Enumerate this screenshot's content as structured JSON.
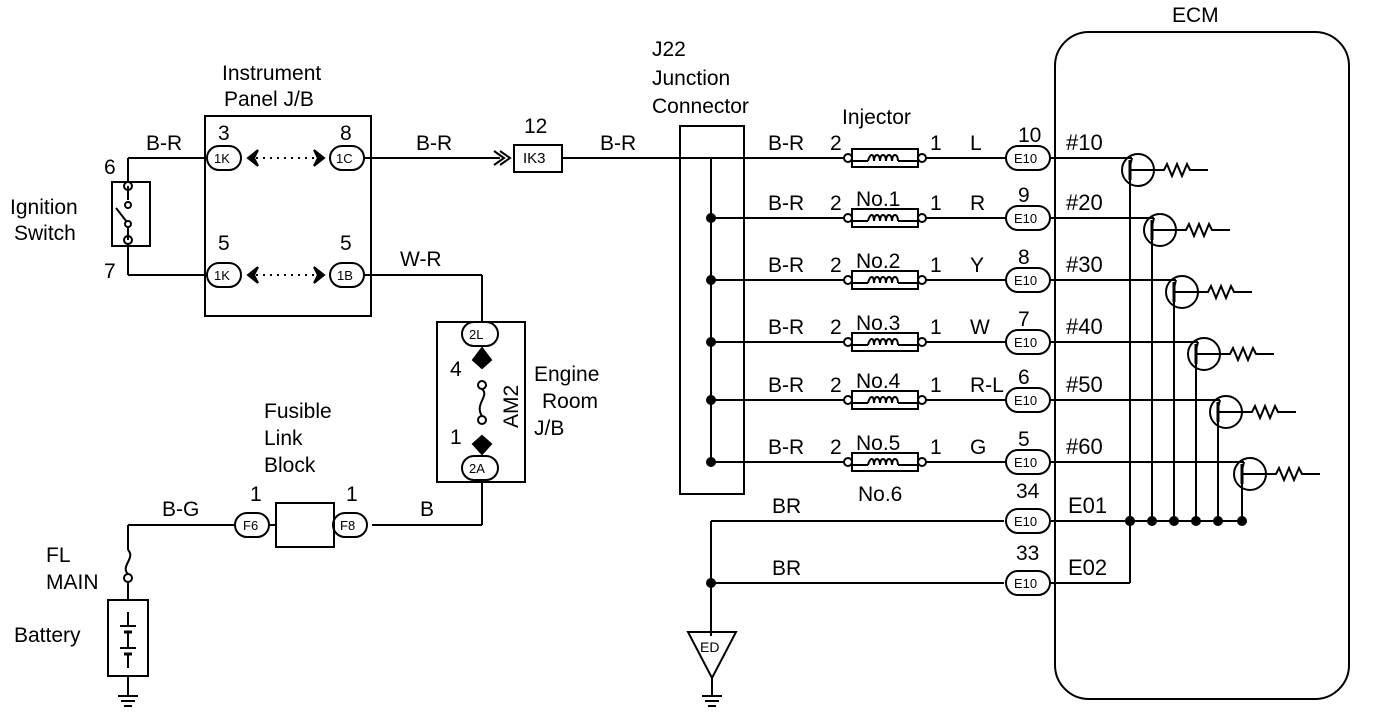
{
  "ecm": {
    "title": "ECM"
  },
  "ignition": {
    "label1": "Ignition",
    "label2": "Switch",
    "pin_top": "6",
    "pin_bottom": "7"
  },
  "ipjb": {
    "title1": "Instrument",
    "title2": "Panel J/B",
    "pin_tl": "3",
    "pin_tr": "8",
    "pin_bl": "5",
    "pin_br": "5",
    "conn_tl": "1K",
    "conn_tr": "1C",
    "conn_bl": "1K",
    "conn_br": "1B"
  },
  "wires": {
    "br_ign": "B-R",
    "br_ipjb": "B-R",
    "br_ik3": "B-R",
    "wr": "W-R",
    "bg": "B-G",
    "b": "B",
    "br_gnd1": "BR",
    "br_gnd2": "BR"
  },
  "ik3": {
    "pin": "12",
    "label": "IK3"
  },
  "junction": {
    "l1": "J22",
    "l2": "Junction",
    "l3": "Connector"
  },
  "erjb": {
    "l1": "Engine",
    "l2": "Room",
    "l3": "J/B",
    "fuse": "AM2",
    "conn_top": "2L",
    "conn_bot": "2A",
    "pin_top": "4",
    "pin_bot": "1"
  },
  "fusible": {
    "l1": "Fusible",
    "l2": "Link",
    "l3": "Block",
    "conn_left": "F6",
    "conn_right": "F8",
    "pin_left": "1",
    "pin_right": "1"
  },
  "fl_main": {
    "l1": "FL",
    "l2": "MAIN"
  },
  "battery": {
    "label": "Battery"
  },
  "injector_title": "Injector",
  "injectors": [
    {
      "wire": "B-R",
      "pin_in": "2",
      "pin_out": "1",
      "label": "",
      "color": "L",
      "ecm_pin": "10",
      "conn": "E10",
      "signal": "#10"
    },
    {
      "wire": "B-R",
      "pin_in": "2",
      "pin_out": "1",
      "label": "No.1",
      "color": "R",
      "ecm_pin": "9",
      "conn": "E10",
      "signal": "#20"
    },
    {
      "wire": "B-R",
      "pin_in": "2",
      "pin_out": "1",
      "label": "No.2",
      "color": "Y",
      "ecm_pin": "8",
      "conn": "E10",
      "signal": "#30"
    },
    {
      "wire": "B-R",
      "pin_in": "2",
      "pin_out": "1",
      "label": "No.3",
      "color": "W",
      "ecm_pin": "7",
      "conn": "E10",
      "signal": "#40"
    },
    {
      "wire": "B-R",
      "pin_in": "2",
      "pin_out": "1",
      "label": "No.4",
      "color": "R-L",
      "ecm_pin": "6",
      "conn": "E10",
      "signal": "#50"
    },
    {
      "wire": "B-R",
      "pin_in": "2",
      "pin_out": "1",
      "label": "No.5",
      "color": "G",
      "ecm_pin": "5",
      "conn": "E10",
      "signal": "#60"
    }
  ],
  "no6_label": "No.6",
  "grounds": [
    {
      "ecm_pin": "34",
      "conn": "E10",
      "signal": "E01"
    },
    {
      "ecm_pin": "33",
      "conn": "E10",
      "signal": "E02"
    }
  ],
  "ground_label": "ED"
}
